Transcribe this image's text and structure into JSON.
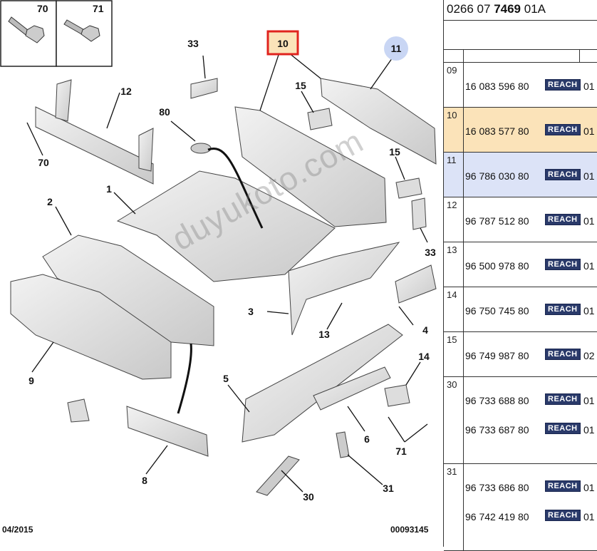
{
  "diagram": {
    "callouts": {
      "c70a": "70",
      "c71a": "71",
      "c12": "12",
      "c33a": "33",
      "c10": "10",
      "c11": "11",
      "c80": "80",
      "c15a": "15",
      "c15b": "15",
      "c1": "1",
      "c2": "2",
      "c70b": "70",
      "c33b": "33",
      "c3": "3",
      "c13": "13",
      "c4": "4",
      "c9": "9",
      "c5": "5",
      "c14": "14",
      "c6": "6",
      "c71b": "71",
      "c8": "8",
      "c30": "30",
      "c31": "31"
    },
    "date_code": "04/2015",
    "doc_code": "00093145",
    "watermark": "duyukoto.com",
    "colors": {
      "selected_box": "#e0231e",
      "selected_fill": "#fbe3b9",
      "highlight_circle": "#c9d6f4"
    }
  },
  "panel": {
    "ref_prefix": "0266 07 ",
    "ref_bold": "7469",
    "ref_suffix": " 01A",
    "rows": [
      {
        "num": "09",
        "lines": [
          {
            "pn": "16 083 596 80",
            "badge": "REACH",
            "qty": "01"
          }
        ]
      },
      {
        "num": "10",
        "lines": [
          {
            "pn": "16 083 577 80",
            "badge": "REACH",
            "qty": "01"
          }
        ]
      },
      {
        "num": "11",
        "lines": [
          {
            "pn": "96 786 030 80",
            "badge": "REACH",
            "qty": "01"
          }
        ]
      },
      {
        "num": "12",
        "lines": [
          {
            "pn": "96 787 512 80",
            "badge": "REACH",
            "qty": "01"
          }
        ]
      },
      {
        "num": "13",
        "lines": [
          {
            "pn": "96 500 978 80",
            "badge": "REACH",
            "qty": "01"
          }
        ]
      },
      {
        "num": "14",
        "lines": [
          {
            "pn": "96 750 745 80",
            "badge": "REACH",
            "qty": "01"
          }
        ]
      },
      {
        "num": "15",
        "lines": [
          {
            "pn": "96 749 987 80",
            "badge": "REACH",
            "qty": "02"
          }
        ]
      },
      {
        "num": "30",
        "lines": [
          {
            "pn": "96 733 688 80",
            "badge": "REACH",
            "qty": "01"
          },
          {
            "pn": "96 733 687 80",
            "badge": "REACH",
            "qty": "01"
          }
        ]
      },
      {
        "num": "31",
        "lines": [
          {
            "pn": "96 733 686 80",
            "badge": "REACH",
            "qty": "01"
          },
          {
            "pn": "96 742 419 80",
            "badge": "REACH",
            "qty": "01"
          }
        ]
      }
    ]
  }
}
